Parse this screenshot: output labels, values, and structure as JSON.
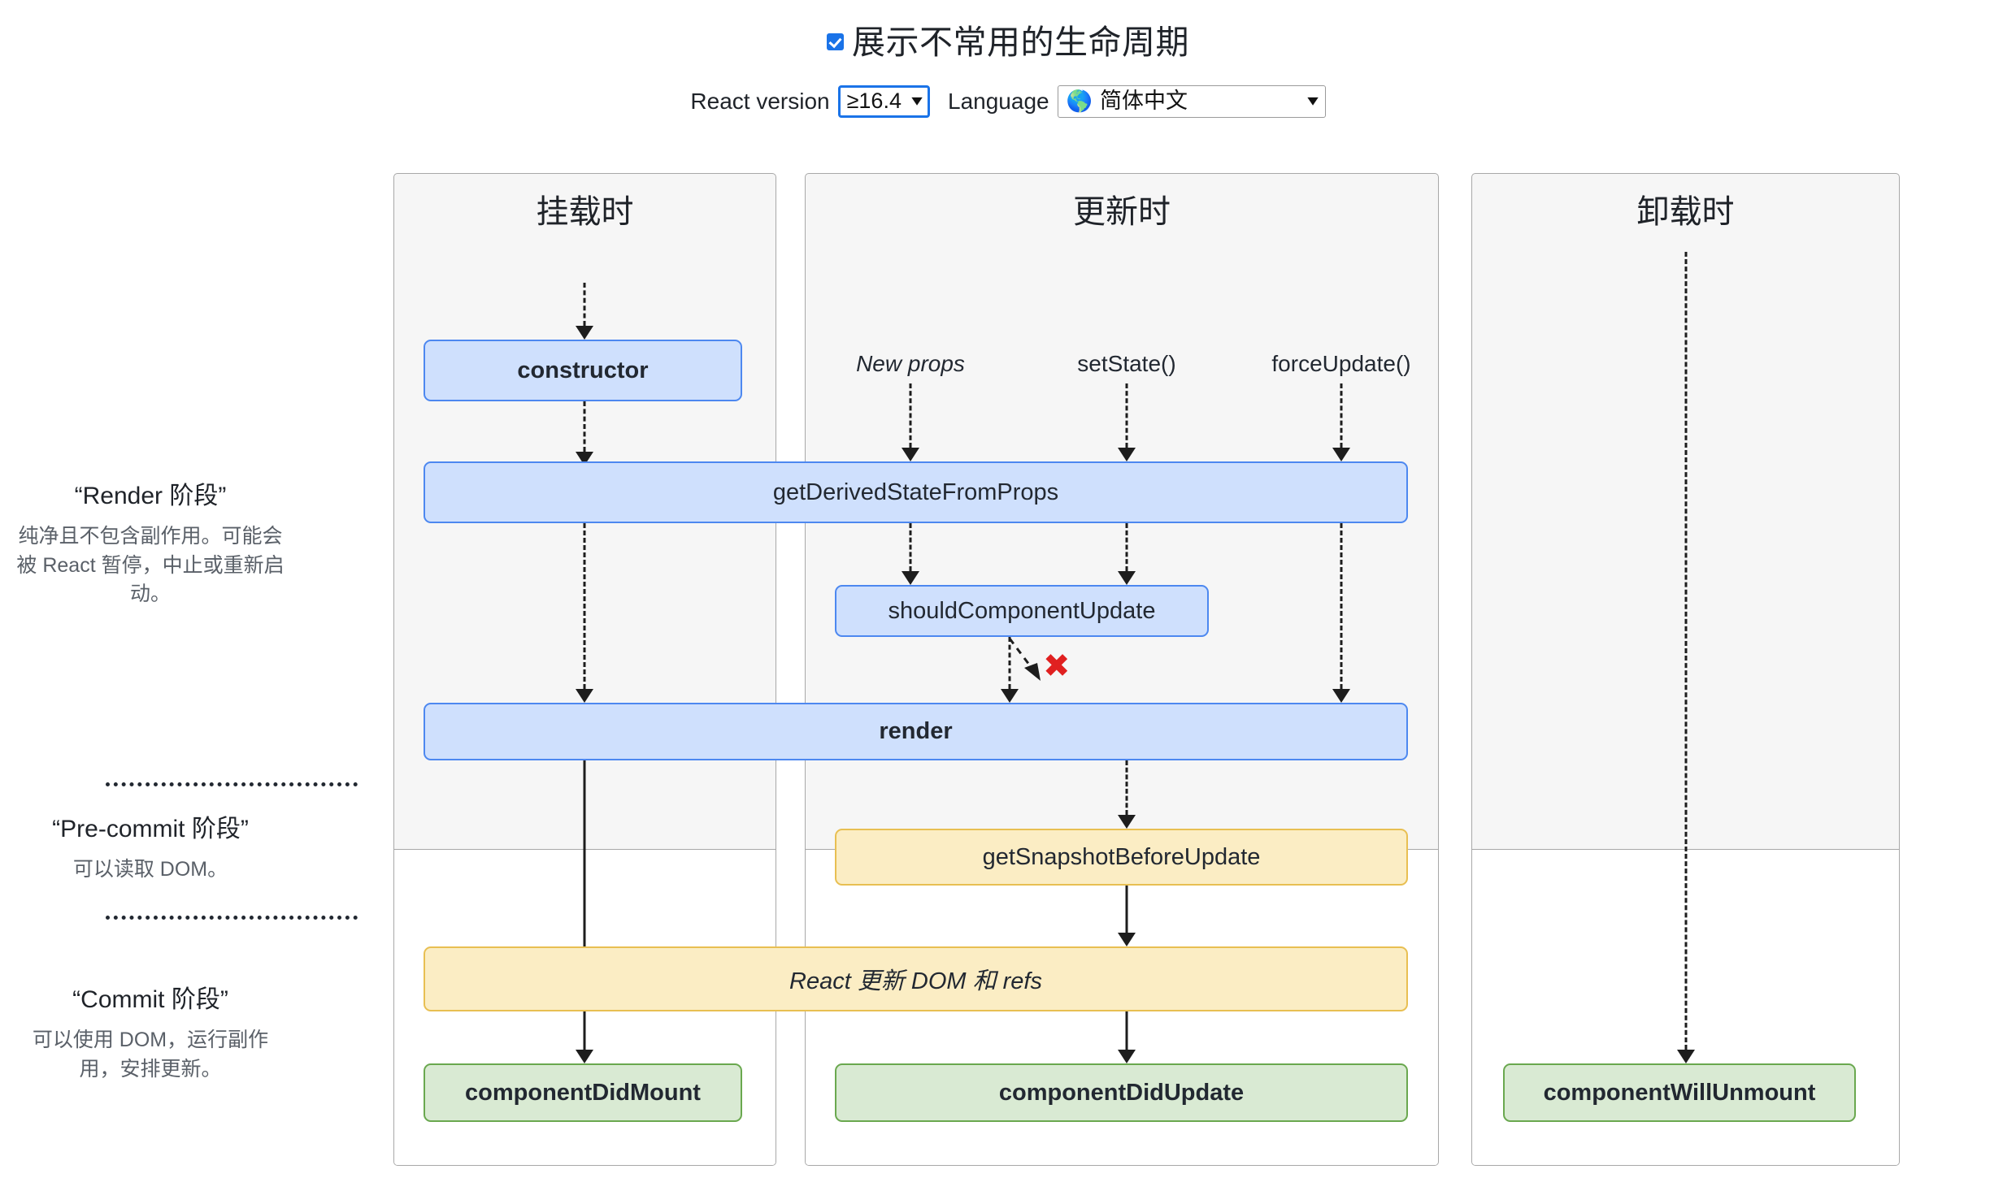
{
  "header": {
    "checkbox_label": "展示不常用的生命周期",
    "checkbox_checked": true,
    "react_version_label": "React version",
    "react_version_value": "≥16.4",
    "language_label": "Language",
    "language_value": "简体中文",
    "globe_icon": "🌎",
    "caret_icon": "⌄"
  },
  "phases": [
    {
      "title": "“Render 阶段”",
      "desc": "纯净且不包含副作用。可能会被 React 暂停，中止或重新启动。"
    },
    {
      "title": "“Pre-commit 阶段”",
      "desc": "可以读取 DOM。"
    },
    {
      "title": "“Commit 阶段”",
      "desc": "可以使用 DOM，运行副作用，安排更新。"
    }
  ],
  "columns": [
    {
      "head": "挂载时"
    },
    {
      "head": "更新时"
    },
    {
      "head": "卸载时"
    }
  ],
  "triggers": [
    {
      "label": "New props",
      "style": "italic"
    },
    {
      "label": "setState()",
      "style": "normal"
    },
    {
      "label": "forceUpdate()",
      "style": "normal"
    }
  ],
  "nodes": {
    "constructor": "constructor",
    "get_derived_state": "getDerivedStateFromProps",
    "should_component_update": "shouldComponentUpdate",
    "render": "render",
    "get_snapshot": "getSnapshotBeforeUpdate",
    "react_updates_dom": "React 更新 DOM 和 refs",
    "component_did_mount": "componentDidMount",
    "component_did_update": "componentDidUpdate",
    "component_will_unmount": "componentWillUnmount"
  },
  "marks": {
    "skip_render": "✖"
  },
  "colors": {
    "blue_fill": "#cfe0fd",
    "blue_border": "#4d88f0",
    "yellow_fill": "#fbedc4",
    "yellow_border": "#e8bf52",
    "green_fill": "#d9ead3",
    "green_border": "#6aa84f",
    "accent": "#1a73e8",
    "skip_red": "#e02020",
    "panel_fill": "#f6f6f6",
    "panel_border": "#a8a8a8"
  }
}
